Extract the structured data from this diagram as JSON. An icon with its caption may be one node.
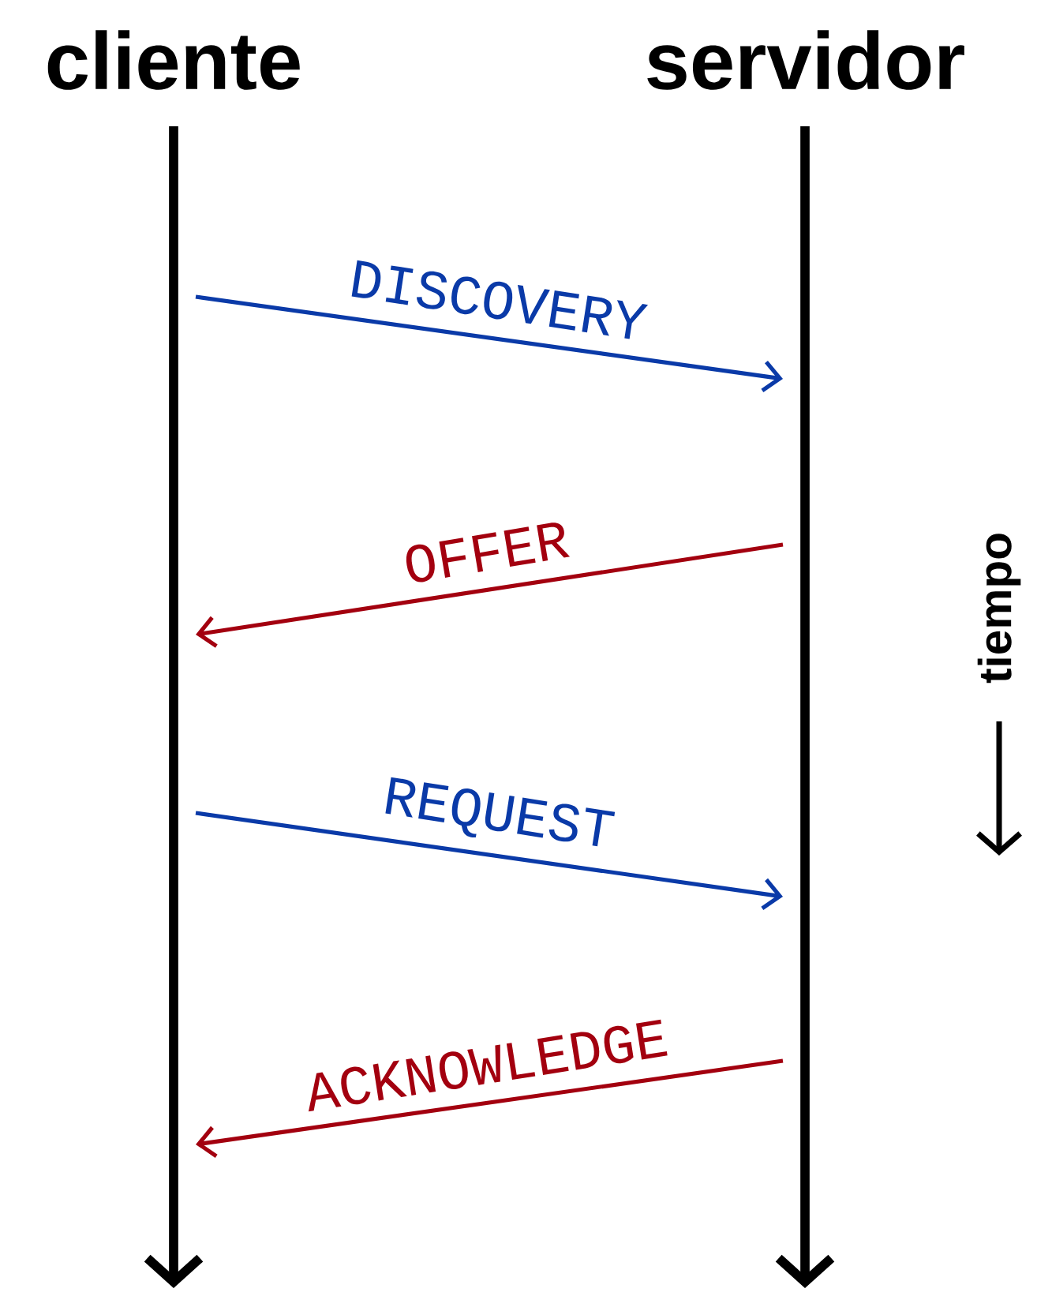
{
  "diagram": {
    "nodes": [
      {
        "text": [
          "cliente"
        ]
      },
      {
        "text": [
          "servidor"
        ]
      }
    ],
    "edges": [
      {
        "from": 0,
        "to": 1,
        "arrow": "to",
        "label": "DISCOVERY",
        "color": "#0a3aa8"
      },
      {
        "from": 1,
        "to": 0,
        "arrow": "to",
        "label": "OFFER",
        "color": "#a3000f"
      },
      {
        "from": 0,
        "to": 1,
        "arrow": "to",
        "label": "REQUEST",
        "color": "#0a3aa8"
      },
      {
        "from": 1,
        "to": 0,
        "arrow": "to",
        "label": "ACKNOWLEDGE",
        "color": "#a3000f"
      }
    ],
    "labels": [
      "tiempo"
    ]
  }
}
